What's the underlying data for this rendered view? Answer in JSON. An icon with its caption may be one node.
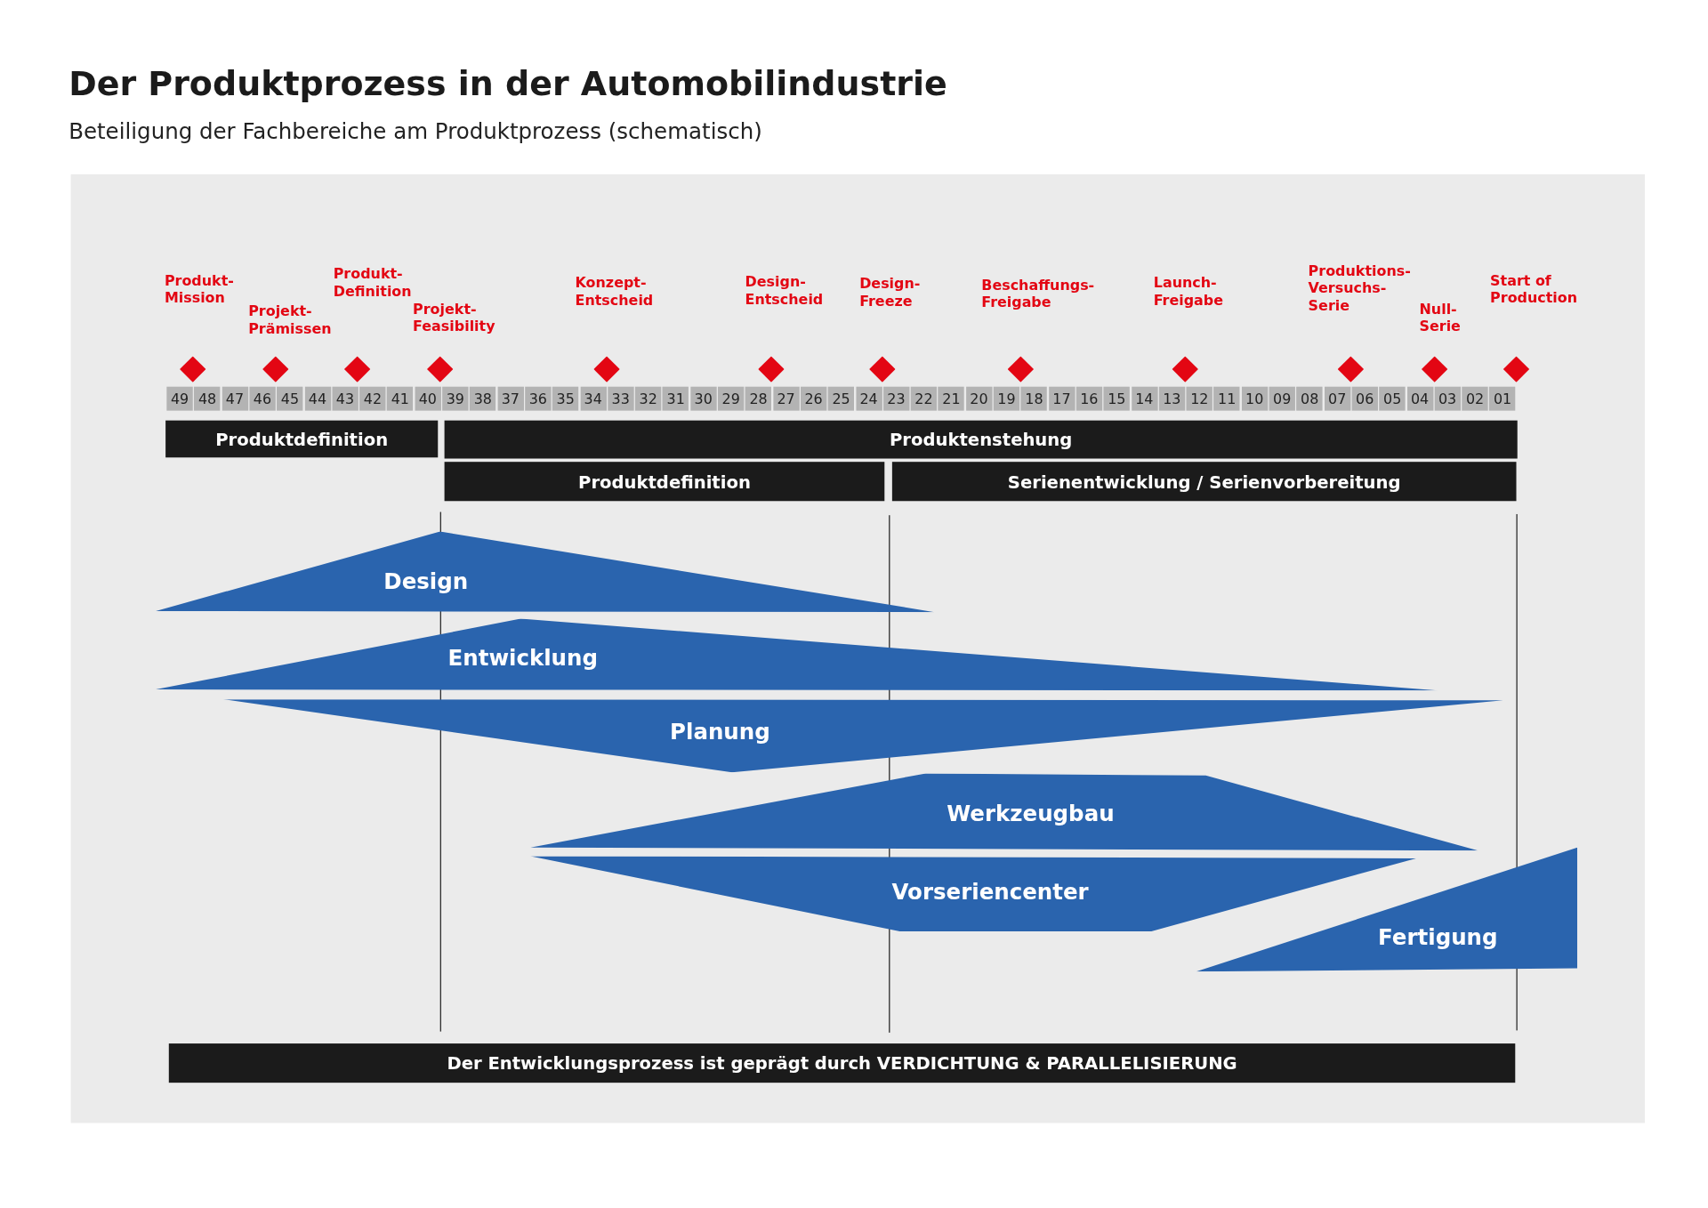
{
  "diagram": {
    "title": "Der Produktprozess in der Automobilindustrie",
    "caption": "Beteiligung der Fachbereiche am Produktprozess (schematisch)",
    "nodes": [
      {
        "text": [
          "Produkt- Mission"
        ]
      },
      {
        "text": [
          "Projekt- Prämissen"
        ]
      },
      {
        "text": [
          "Produkt- Definition"
        ]
      },
      {
        "text": [
          "Projekt- Feasibility"
        ]
      },
      {
        "text": [
          "Konzept- Entscheid"
        ]
      },
      {
        "text": [
          "Design- Entscheid"
        ]
      },
      {
        "text": [
          "Design- Freeze"
        ]
      },
      {
        "text": [
          "Beschaffungs- Freigabe"
        ]
      },
      {
        "text": [
          "Launch- Freigabe"
        ]
      },
      {
        "text": [
          "Produktions- Versuchs- Serie"
        ]
      },
      {
        "text": [
          "Null- Serie"
        ]
      },
      {
        "text": [
          "Start of Production"
        ]
      },
      {
        "text": [
          "Produktdefinition"
        ]
      },
      {
        "text": [
          "Produktenstehung"
        ]
      },
      {
        "text": [
          "Produktdefinition"
        ]
      },
      {
        "text": [
          "Serienentwicklung / Serienvorbereitung"
        ]
      },
      {
        "text": [
          "Design"
        ]
      },
      {
        "text": [
          "Entwicklung"
        ]
      },
      {
        "text": [
          "Planung"
        ]
      },
      {
        "text": [
          "Werkzeugbau"
        ]
      },
      {
        "text": [
          "Vorseriencenter"
        ]
      },
      {
        "text": [
          "Fertigung"
        ]
      },
      {
        "text": [
          "Der Entwicklungsprozess ist geprägt durch VERDICHTUNG & PARALLELISIERUNG"
        ]
      }
    ],
    "labels": [
      "49",
      "48",
      "47",
      "46",
      "45",
      "44",
      "43",
      "42",
      "41",
      "40",
      "39",
      "38",
      "37",
      "36",
      "35",
      "34",
      "33",
      "32",
      "31",
      "30",
      "29",
      "28",
      "27",
      "26",
      "25",
      "24",
      "23",
      "22",
      "21",
      "20",
      "19",
      "18",
      "17",
      "16",
      "15",
      "14",
      "13",
      "12",
      "11",
      "10",
      "09",
      "08",
      "07",
      "06",
      "05",
      "04",
      "03",
      "02",
      "01"
    ]
  }
}
